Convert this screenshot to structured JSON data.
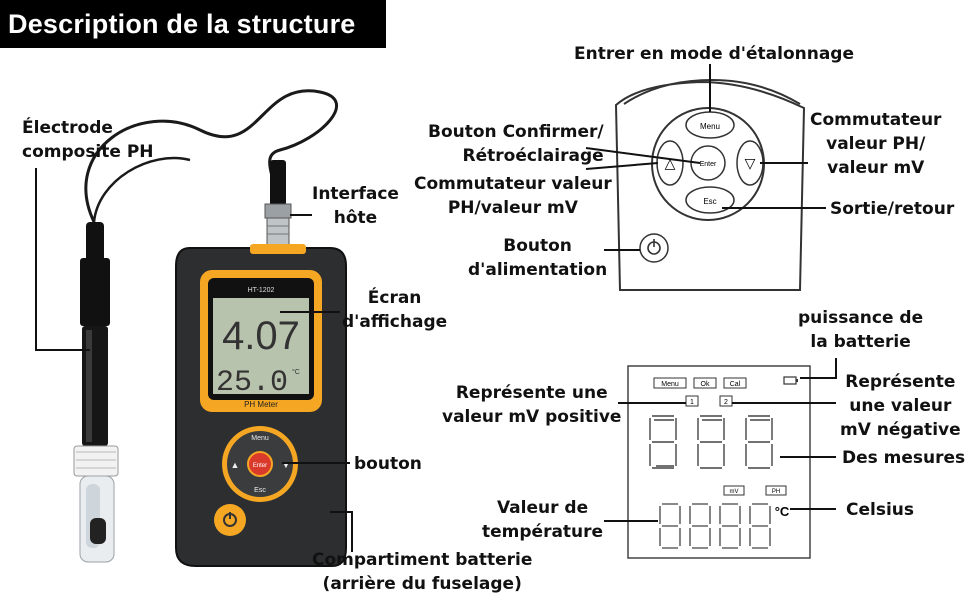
{
  "title": "Description de la structure",
  "device": {
    "model": "HT-1202",
    "screen_value_top": "4.07",
    "screen_value_bottom": "25.0",
    "temp_unit": "°C",
    "screen_caption": "PH Meter",
    "keys": {
      "menu": "Menu",
      "enter": "Enter",
      "esc": "Esc",
      "up": "▲",
      "down": "▼"
    }
  },
  "labels": {
    "electrode": [
      "Électrode",
      "composite PH"
    ],
    "interface": [
      "Interface",
      "hôte"
    ],
    "screen": [
      "Écran",
      "d'affichage"
    ],
    "button": "bouton",
    "battery_compartment": [
      "Compartiment batterie",
      "(arrière du fuselage)"
    ],
    "calibration": "Entrer en mode d'étalonnage",
    "confirm": [
      "Bouton Confirmer/",
      "Rétroéclairage"
    ],
    "switch_left": [
      "Commutateur valeur",
      "PH/valeur mV"
    ],
    "switch_right": [
      "Commutateur",
      "valeur PH/",
      "valeur mV"
    ],
    "exit": "Sortie/retour",
    "power": [
      "Bouton",
      "d'alimentation"
    ],
    "battery_power": [
      "puissance de",
      "la batterie"
    ],
    "positive_mv": [
      "Représente une",
      "valeur mV positive"
    ],
    "negative_mv": [
      "Représente",
      "une valeur",
      "mV négative"
    ],
    "measures": "Des mesures",
    "temperature": [
      "Valeur de",
      "température"
    ],
    "celsius": "Celsius"
  },
  "keypad": {
    "menu": "Menu",
    "enter": "Enter",
    "esc": "Esc",
    "up": "△",
    "down": "▽"
  },
  "lcd": {
    "tags": [
      "Menu",
      "Ok",
      "Cal"
    ],
    "mode_tags": [
      "1",
      "2"
    ],
    "unit_tags": [
      "mV",
      "PH"
    ],
    "celsius_symbol": "°C"
  },
  "colors": {
    "accent_orange": "#f5a623",
    "device_body": "#2c2e30",
    "screen_green": "#b8c3ae",
    "enter_red": "#d93a2b"
  }
}
